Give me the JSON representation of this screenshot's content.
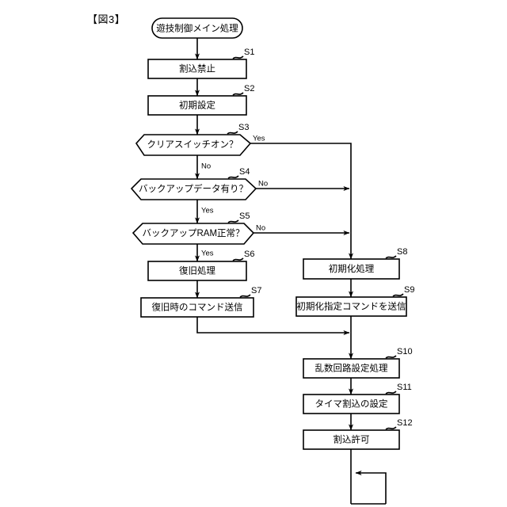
{
  "figure": {
    "title": "【図3】",
    "kind": "flowchart"
  },
  "chart_data": {
    "type": "diagram",
    "title": "【図3】",
    "start_node": "遊技制御メイン処理",
    "nodes": [
      {
        "id": "start",
        "shape": "stadium",
        "label": "遊技制御メイン処理",
        "step": ""
      },
      {
        "id": "S1",
        "shape": "process",
        "label": "割込禁止",
        "step": "S1"
      },
      {
        "id": "S2",
        "shape": "process",
        "label": "初期設定",
        "step": "S2"
      },
      {
        "id": "S3",
        "shape": "decision",
        "label": "クリアスイッチオン？",
        "step": "S3"
      },
      {
        "id": "S4",
        "shape": "decision",
        "label": "バックアップデータ有り？",
        "step": "S4"
      },
      {
        "id": "S5",
        "shape": "decision",
        "label": "バックアップRAM正常？",
        "step": "S5"
      },
      {
        "id": "S6",
        "shape": "process",
        "label": "復旧処理",
        "step": "S6"
      },
      {
        "id": "S7",
        "shape": "process",
        "label": "復旧時のコマンド送信",
        "step": "S7"
      },
      {
        "id": "S8",
        "shape": "process",
        "label": "初期化処理",
        "step": "S8"
      },
      {
        "id": "S9",
        "shape": "process",
        "label": "初期化指定コマンドを送信",
        "step": "S9"
      },
      {
        "id": "S10",
        "shape": "process",
        "label": "乱数回路設定処理",
        "step": "S10"
      },
      {
        "id": "S11",
        "shape": "process",
        "label": "タイマ割込の設定",
        "step": "S11"
      },
      {
        "id": "S12",
        "shape": "process",
        "label": "割込許可",
        "step": "S12"
      }
    ],
    "branch_labels": {
      "s3_yes": "Yes",
      "s3_no": "No",
      "s4_no": "No",
      "s4_yes": "Yes",
      "s5_no": "No",
      "s5_yes": "Yes"
    },
    "edges": [
      {
        "from": "start",
        "to": "S1",
        "label": ""
      },
      {
        "from": "S1",
        "to": "S2",
        "label": ""
      },
      {
        "from": "S2",
        "to": "S3",
        "label": ""
      },
      {
        "from": "S3",
        "to": "S8",
        "label": "Yes"
      },
      {
        "from": "S3",
        "to": "S4",
        "label": "No"
      },
      {
        "from": "S4",
        "to": "S8",
        "label": "No"
      },
      {
        "from": "S4",
        "to": "S5",
        "label": "Yes"
      },
      {
        "from": "S5",
        "to": "S8",
        "label": "No"
      },
      {
        "from": "S5",
        "to": "S6",
        "label": "Yes"
      },
      {
        "from": "S6",
        "to": "S7",
        "label": ""
      },
      {
        "from": "S7",
        "to": "S10",
        "label": ""
      },
      {
        "from": "S8",
        "to": "S9",
        "label": ""
      },
      {
        "from": "S9",
        "to": "S10",
        "label": ""
      },
      {
        "from": "S10",
        "to": "S11",
        "label": ""
      },
      {
        "from": "S11",
        "to": "S12",
        "label": ""
      },
      {
        "from": "S12",
        "to": "loop",
        "label": ""
      }
    ],
    "colors": {
      "stroke": "#000000",
      "fill": "#ffffff",
      "background": "#ffffff"
    }
  }
}
